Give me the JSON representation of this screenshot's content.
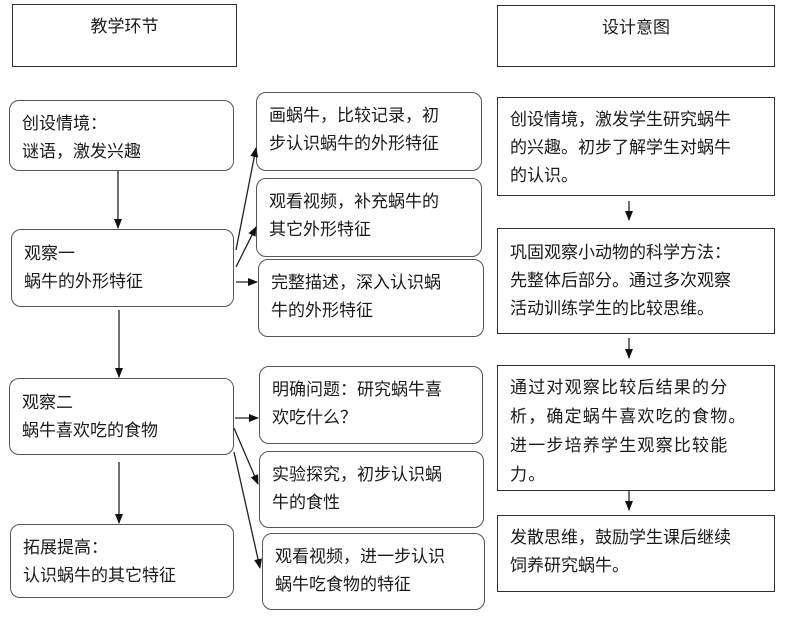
{
  "headers": {
    "left": "教学环节",
    "right": "设计意图"
  },
  "teaching_steps": [
    {
      "lines": [
        "创设情境：",
        "谜语，激发兴趣"
      ]
    },
    {
      "lines": [
        "观察一",
        "蜗牛的外形特征"
      ]
    },
    {
      "lines": [
        "观察二",
        "蜗牛喜欢吃的食物"
      ]
    },
    {
      "lines": [
        "拓展提高：",
        "认识蜗牛的其它特征"
      ]
    }
  ],
  "activities": [
    {
      "lines": [
        "画蜗牛，比较记录，初",
        "步认识蜗牛的外形特征"
      ]
    },
    {
      "lines": [
        "观看视频，补充蜗牛的",
        "其它外形特征"
      ]
    },
    {
      "lines": [
        "完整描述，深入认识蜗",
        "牛的外形特征"
      ]
    },
    {
      "lines": [
        "明确问题：研究蜗牛喜",
        "欢吃什么？"
      ]
    },
    {
      "lines": [
        "实验探究，初步认识蜗",
        "牛的食性"
      ]
    },
    {
      "lines": [
        "观看视频，进一步认识",
        "蜗牛吃食物的特征"
      ]
    }
  ],
  "design_intents": [
    {
      "lines": [
        "创设情境，激发学生研究蜗牛",
        "的兴趣。初步了解学生对蜗牛",
        "的认识。"
      ]
    },
    {
      "lines": [
        "巩固观察小动物的科学方法：",
        "先整体后部分。通过多次观察",
        "活动训练学生的比较思维。"
      ]
    },
    {
      "lines": [
        "通过对观察比较后结果的分",
        "析，确定蜗牛喜欢吃的食物。",
        "进一步培养学生观察比较能",
        "力。"
      ]
    },
    {
      "lines": [
        "发散思维，鼓励学生课后继续",
        "饲养研究蜗牛。"
      ]
    }
  ]
}
